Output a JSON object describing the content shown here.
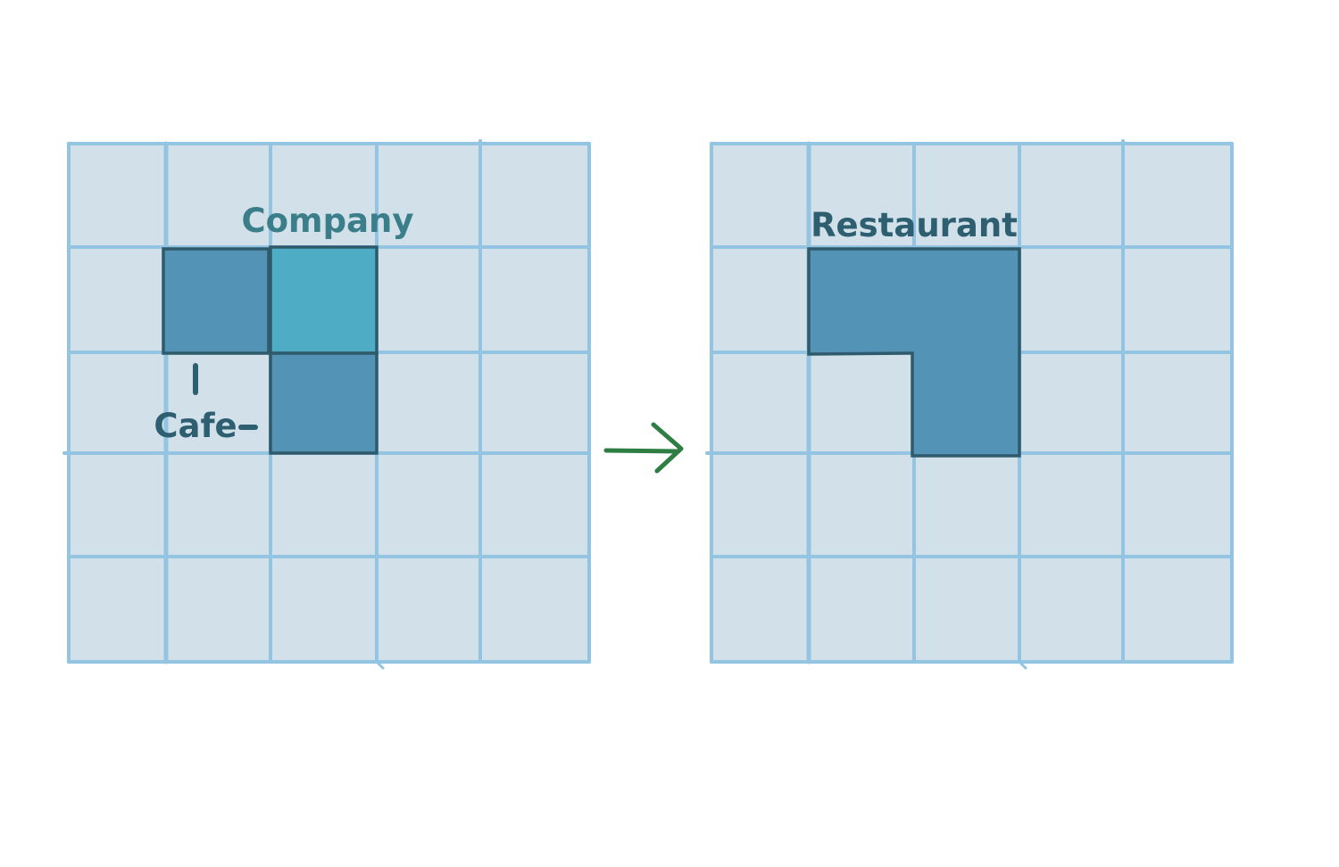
{
  "diagram": {
    "grid_size": 5,
    "colors": {
      "cell_fill": "#d2e0ea",
      "grid_line": "#93c4e1",
      "tile_dark": "#5394b6",
      "tile_light": "#4eacc4",
      "tile_stroke": "#2e5a6b",
      "label_dark": "#2d5f70",
      "label_company": "#3a7e8a",
      "arrow": "#2e7d43"
    },
    "before": {
      "company_label": "Company",
      "cafe_label": "Cafe"
    },
    "after": {
      "restaurant_label": "Restaurant"
    }
  }
}
